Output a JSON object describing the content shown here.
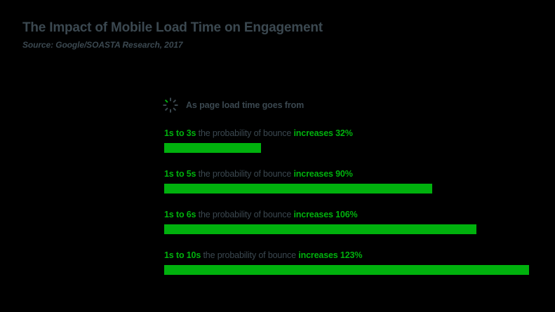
{
  "header": {
    "title": "The Impact of Mobile Load Time on Engagement",
    "subtitle": "Source: Google/SOASTA Research, 2017"
  },
  "intro": {
    "icon": "loading-spinner-icon",
    "label": "As page load time goes from"
  },
  "colors": {
    "background": "#000000",
    "text": "#3b4850",
    "accent_green": "#00b10d"
  },
  "rows": [
    {
      "range": "1s to 3s",
      "middle": " the probability of bounce ",
      "result": "increases 32%",
      "value": 32,
      "bar_width_pct": 26.5
    },
    {
      "range": "1s to 5s",
      "middle": " the probability of bounce ",
      "result": "increases 90%",
      "value": 90,
      "bar_width_pct": 73.5
    },
    {
      "range": "1s to 6s",
      "middle": " the probability of bounce ",
      "result": "increases 106%",
      "value": 106,
      "bar_width_pct": 85.6
    },
    {
      "range": "1s to 10s",
      "middle": " the probability of bounce ",
      "result": "increases 123%",
      "value": 123,
      "bar_width_pct": 100.0
    }
  ],
  "chart_data": {
    "type": "bar",
    "orientation": "horizontal",
    "title": "The Impact of Mobile Load Time on Engagement",
    "subtitle": "Source: Google/SOASTA Research, 2017",
    "xlabel": "",
    "ylabel": "",
    "categories": [
      "1s to 3s",
      "1s to 5s",
      "1s to 6s",
      "1s to 10s"
    ],
    "values": [
      32,
      90,
      106,
      123
    ],
    "value_unit": "%",
    "value_labels": [
      "increases 32%",
      "increases 90%",
      "increases 106%",
      "increases 123%"
    ],
    "annotations": [
      "As page load time goes from",
      "1s to 3s the probability of bounce increases 32%",
      "1s to 5s the probability of bounce increases 90%",
      "1s to 6s the probability of bounce increases 106%",
      "1s to 10s the probability of bounce increases 123%"
    ],
    "xlim": [
      0,
      123
    ],
    "grid": false,
    "legend": false,
    "series_color": "#00b10d"
  }
}
